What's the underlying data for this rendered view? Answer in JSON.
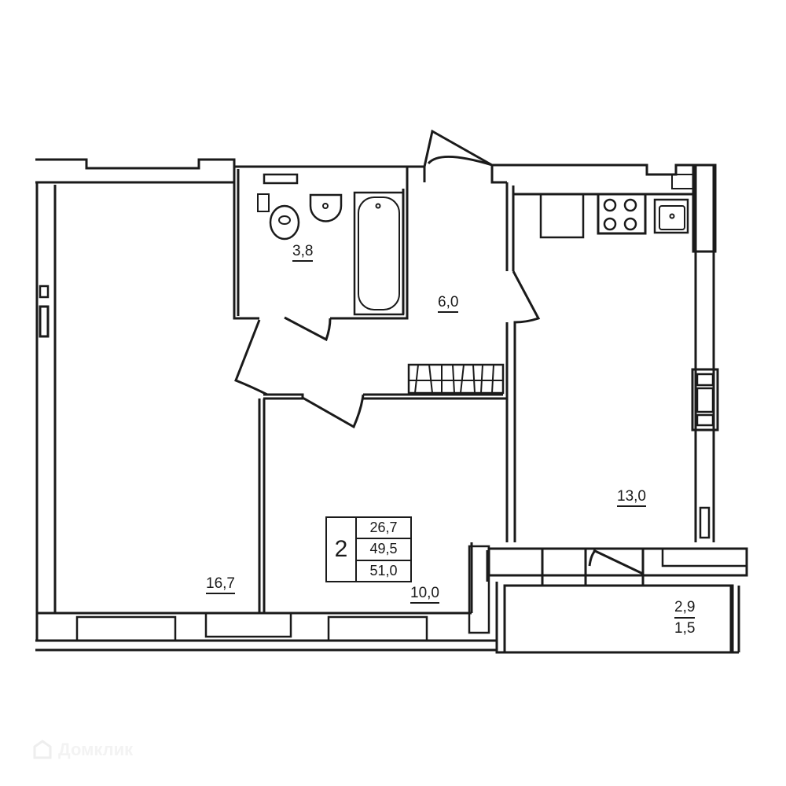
{
  "plan": {
    "type": "apartment floor plan",
    "room_count": "2",
    "totals": {
      "living_area": "26,7",
      "total_area": "49,5",
      "total_area_with_balcony": "51,0"
    },
    "rooms": [
      {
        "id": "living-room",
        "area": "16,7"
      },
      {
        "id": "bathroom",
        "area": "3,8"
      },
      {
        "id": "hallway",
        "area": "6,0"
      },
      {
        "id": "kitchen",
        "area": "13,0"
      },
      {
        "id": "bedroom",
        "area": "10,0"
      },
      {
        "id": "balcony",
        "area": "2,9",
        "reduced_area": "1,5"
      }
    ],
    "fixtures": [
      "toilet-icon",
      "sink-icon",
      "bathtub-icon",
      "stove-icon",
      "kitchen-sink-icon",
      "fridge-icon",
      "boiler-icon",
      "wardrobe-icon",
      "radiator-icon"
    ]
  },
  "watermark": {
    "text": "Домклик",
    "icon": "house-logo-icon",
    "color": "#f3f3f3"
  },
  "colors": {
    "wall": "#1a1a1a",
    "background": "#ffffff"
  }
}
